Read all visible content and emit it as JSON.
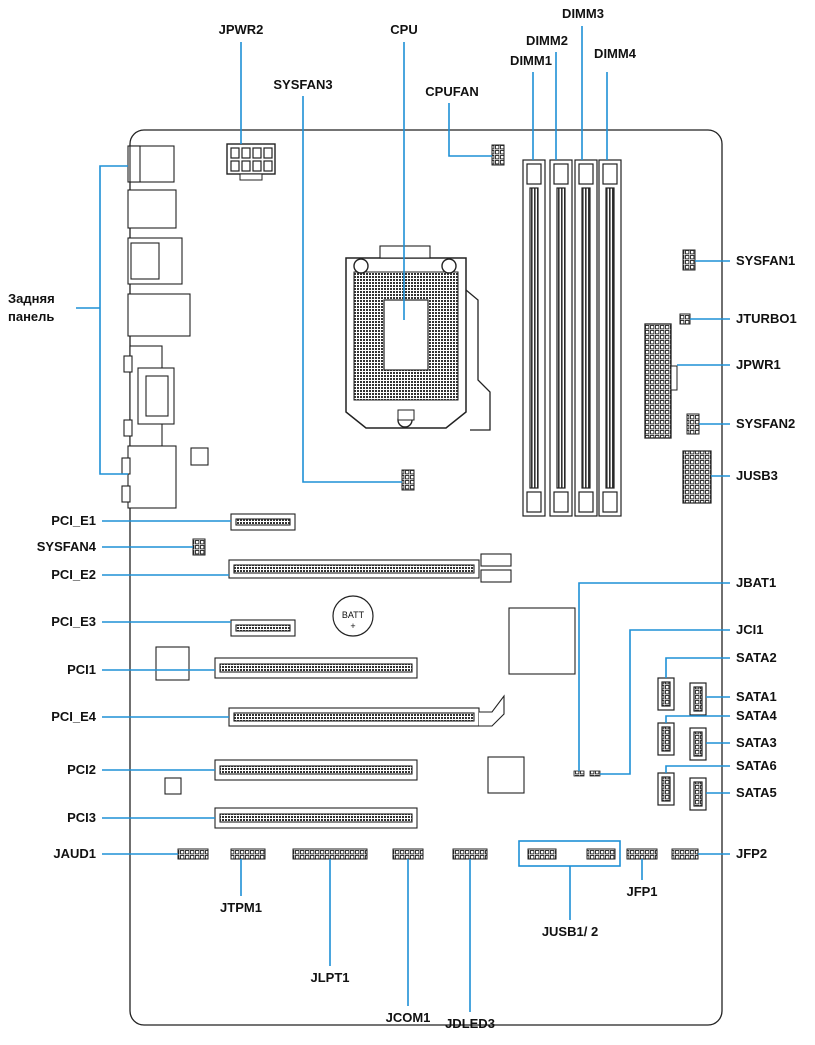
{
  "labels": {
    "jpwr2": "JPWR2",
    "cpu": "CPU",
    "sysfan3": "SYSFAN3",
    "cpufan": "CPUFAN",
    "dimm1": "DIMM1",
    "dimm2": "DIMM2",
    "dimm3": "DIMM3",
    "dimm4": "DIMM4",
    "sysfan1": "SYSFAN1",
    "jturbo1": "JTURBO1",
    "jpwr1": "JPWR1",
    "sysfan2": "SYSFAN2",
    "jusb3": "JUSB3",
    "rear_panel_line1": "Задняя",
    "rear_panel_line2": "панель",
    "pci_e1": "PCI_E1",
    "sysfan4": "SYSFAN4",
    "pci_e2": "PCI_E2",
    "pci_e3": "PCI_E3",
    "pci1": "PCI1",
    "pci_e4": "PCI_E4",
    "pci2": "PCI2",
    "pci3": "PCI3",
    "jaud1": "JAUD1",
    "jbat1": "JBAT1",
    "jci1": "JCI1",
    "sata2": "SATA2",
    "sata1": "SATA1",
    "sata4": "SATA4",
    "sata3": "SATA3",
    "sata6": "SATA6",
    "sata5": "SATA5",
    "jfp2": "JFP2",
    "jtpm1": "JTPM1",
    "jlpt1": "JLPT1",
    "jcom1": "JCOM1",
    "jdled3": "JDLED3",
    "jusb12": "JUSB1/ 2",
    "jfp1": "JFP1"
  },
  "battery": {
    "line1": "BATT",
    "line2": "+"
  },
  "colors": {
    "callout": "#1e90d6",
    "outline": "#222222",
    "hatch": "#333333"
  }
}
